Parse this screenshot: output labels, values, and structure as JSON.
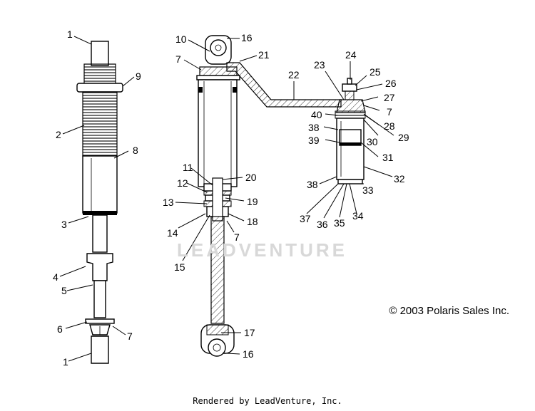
{
  "diagram": {
    "copyright": "© 2003 Polaris Sales Inc.",
    "footer": "Rendered by LeadVenture, Inc.",
    "watermark_text": "LEADVENTURE",
    "callouts": [
      "1",
      "9",
      "2",
      "8",
      "3",
      "4",
      "5",
      "6",
      "7",
      "1",
      "10",
      "16",
      "7",
      "21",
      "22",
      "24",
      "25",
      "26",
      "23",
      "27",
      "7",
      "40",
      "28",
      "38",
      "30",
      "29",
      "39",
      "31",
      "32",
      "38",
      "33",
      "37",
      "36",
      "35",
      "34",
      "11",
      "20",
      "12",
      "19",
      "13",
      "18",
      "14",
      "7",
      "15",
      "17",
      "16"
    ]
  }
}
